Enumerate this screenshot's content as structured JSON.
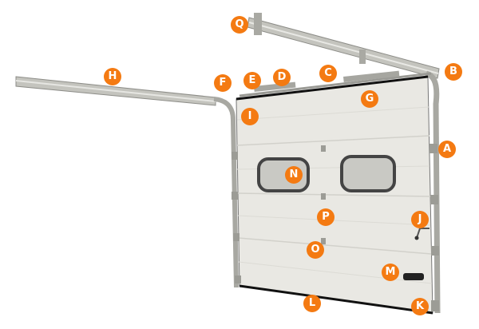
{
  "colors": {
    "marker": "#f47a12",
    "panel": "#e9e8e3",
    "rail": "#b3b3ad"
  },
  "labels": [
    {
      "id": "Q",
      "text": "Q"
    },
    {
      "id": "B",
      "text": "B"
    },
    {
      "id": "H",
      "text": "H"
    },
    {
      "id": "F",
      "text": "F"
    },
    {
      "id": "E",
      "text": "E"
    },
    {
      "id": "D",
      "text": "D"
    },
    {
      "id": "C",
      "text": "C"
    },
    {
      "id": "G",
      "text": "G"
    },
    {
      "id": "I",
      "text": "I"
    },
    {
      "id": "A",
      "text": "A"
    },
    {
      "id": "N",
      "text": "N"
    },
    {
      "id": "J",
      "text": "J"
    },
    {
      "id": "P",
      "text": "P"
    },
    {
      "id": "O",
      "text": "O"
    },
    {
      "id": "M",
      "text": "M"
    },
    {
      "id": "L",
      "text": "L"
    },
    {
      "id": "K",
      "text": "K"
    }
  ]
}
